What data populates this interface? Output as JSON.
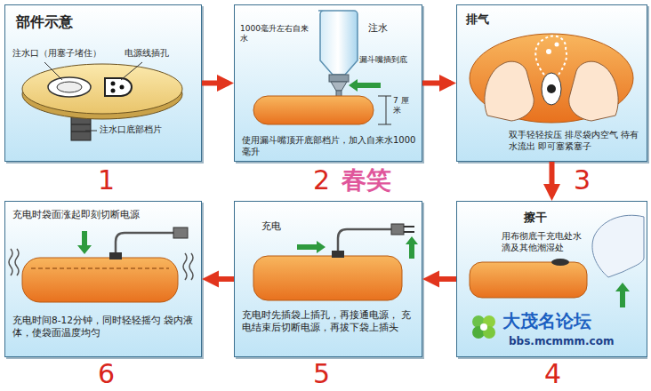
{
  "diagram": {
    "nodes": [
      {
        "text": [
          "部件示意"
        ]
      },
      {
        "text": [
          "注水",
          "使用漏斗嘴顶开底部档片，加入自来水1000毫升"
        ]
      },
      {
        "text": [
          "排气",
          "双手轻轻按压 排尽袋内空气 待有水流出 即可塞紧塞子"
        ]
      },
      {
        "text": [
          "擦干",
          "用布彻底干充电处水 滴及其他潮湿处"
        ]
      },
      {
        "text": [
          "充电",
          "充电时先插袋上插孔，再接通电源， 充电结束后切断电源，再拔下袋上插头"
        ]
      },
      {
        "text": [
          "充电时袋面涨起即刻切断电源",
          "充电时间8-12分钟，同时轻轻摇匀 袋内液体，使袋面温度均匀"
        ]
      }
    ],
    "edges": [
      {
        "from": 0,
        "to": 1,
        "arrow": "to"
      },
      {
        "from": 1,
        "to": 2,
        "arrow": "to"
      },
      {
        "from": 2,
        "to": 3,
        "arrow": "to"
      },
      {
        "from": 3,
        "to": 4,
        "arrow": "to"
      },
      {
        "from": 4,
        "to": 5,
        "arrow": "to"
      }
    ],
    "labels": [
      "注水口（用塞子堵住）",
      "电源线插孔",
      "注水口底部档片",
      "1000毫升左右自来水",
      "漏斗嘴插到底",
      "7 厘米",
      "1",
      "2",
      "3",
      "4",
      "5",
      "6",
      "春笑",
      "大茂名论坛",
      "bbs.mcmmm.com"
    ]
  }
}
